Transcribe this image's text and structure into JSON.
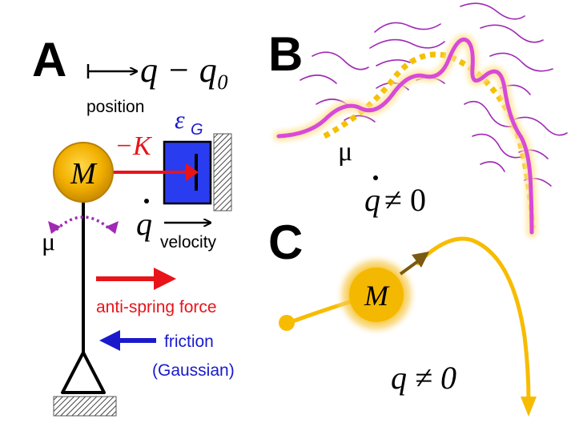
{
  "panels": {
    "a": {
      "letter": "A",
      "displacement": "q − q₀",
      "position_label": "position",
      "mass_label": "M",
      "spring_constant": "−K",
      "gaussian_sym": "ε",
      "gaussian_sub": "G",
      "velocity_sym": "q",
      "velocity_label": "velocity",
      "mu_label": "μ",
      "anti_spring_label": "anti-spring force",
      "friction_label": "friction",
      "gaussian_label": "(Gaussian)"
    },
    "b": {
      "letter": "B",
      "mu_label": "μ",
      "condition_q": "q",
      "condition_rest": "≠ 0"
    },
    "c": {
      "letter": "C",
      "mass_label": "M",
      "condition": "q ≠ 0"
    }
  },
  "colors": {
    "anti_spring": "#e8141a",
    "friction": "#1a1acc",
    "mass_gold": "#f2b000",
    "block_blue": "#2a3cf0",
    "curve_magenta": "#d84ad8",
    "dotted_gold": "#f5c000",
    "trajectory_gold": "#f7bc00",
    "mu_arrow_purple": "#a02ab4",
    "swirl_purple": "#a02ab4"
  }
}
